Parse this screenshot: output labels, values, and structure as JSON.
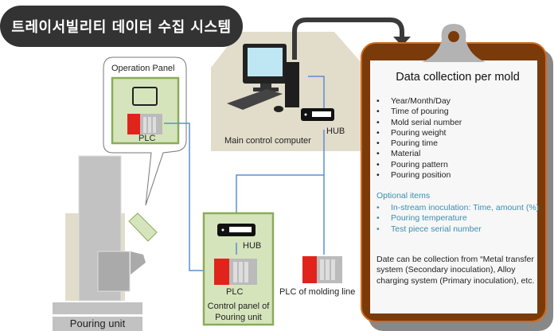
{
  "title": "트레이서빌리티 데이터 수집 시스템",
  "operation_panel": {
    "label": "Operation Panel",
    "plc_label": "PLC"
  },
  "main_computer": {
    "label": "Main control computer",
    "hub_label": "HUB"
  },
  "control_panel": {
    "hub_label": "HUB",
    "plc_label": "PLC",
    "label_line1": "Control panel of",
    "label_line2": "Pouring unit"
  },
  "molding_line": {
    "label": "PLC of molding line"
  },
  "pouring_unit": {
    "label": "Pouring unit"
  },
  "clipboard": {
    "title": "Data collection per mold",
    "items": [
      "Year/Month/Day",
      "Time of pouring",
      "Mold serial number",
      "Pouring weight",
      "Pouring time",
      "Material",
      "Pouring pattern",
      "Pouring position"
    ],
    "optional_title": "Optional items",
    "optional_items": [
      "In-stream inoculation: Time, amount (%)",
      "Pouring temperature",
      "Test piece serial number"
    ],
    "note": "Date can be collection from “Metal transfer system (Secondary inoculation), Alloy charging system (Primary inoculation), etc."
  },
  "colors": {
    "title_bg": "#333333",
    "clipboard_frame": "#7b3a0a",
    "network_line": "#5b8fd0",
    "panel_green": "#d6e4bc",
    "panel_border": "#8aac5a",
    "computer_bg": "#e2dccb",
    "optional_text": "#3a8fb0",
    "plc_red": "#e0241b"
  }
}
